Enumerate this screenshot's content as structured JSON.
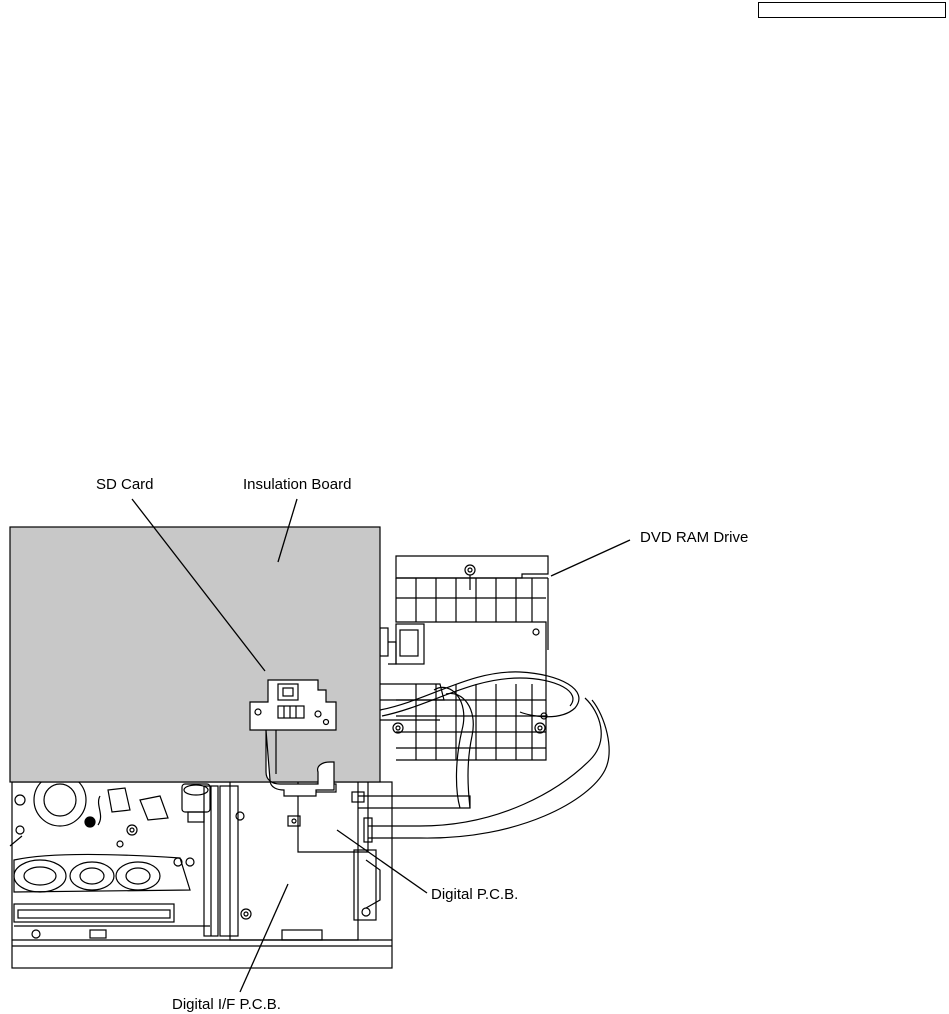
{
  "labels": {
    "sd_card": "SD Card",
    "insulation_board": "Insulation Board",
    "dvd_ram_drive": "DVD RAM Drive",
    "digital_pcb": "Digital P.C.B.",
    "digital_if_pcb": "Digital I/F P.C.B."
  },
  "colors": {
    "insulation_board_fill": "#c8c8c8",
    "line": "#000000",
    "background": "#ffffff"
  }
}
